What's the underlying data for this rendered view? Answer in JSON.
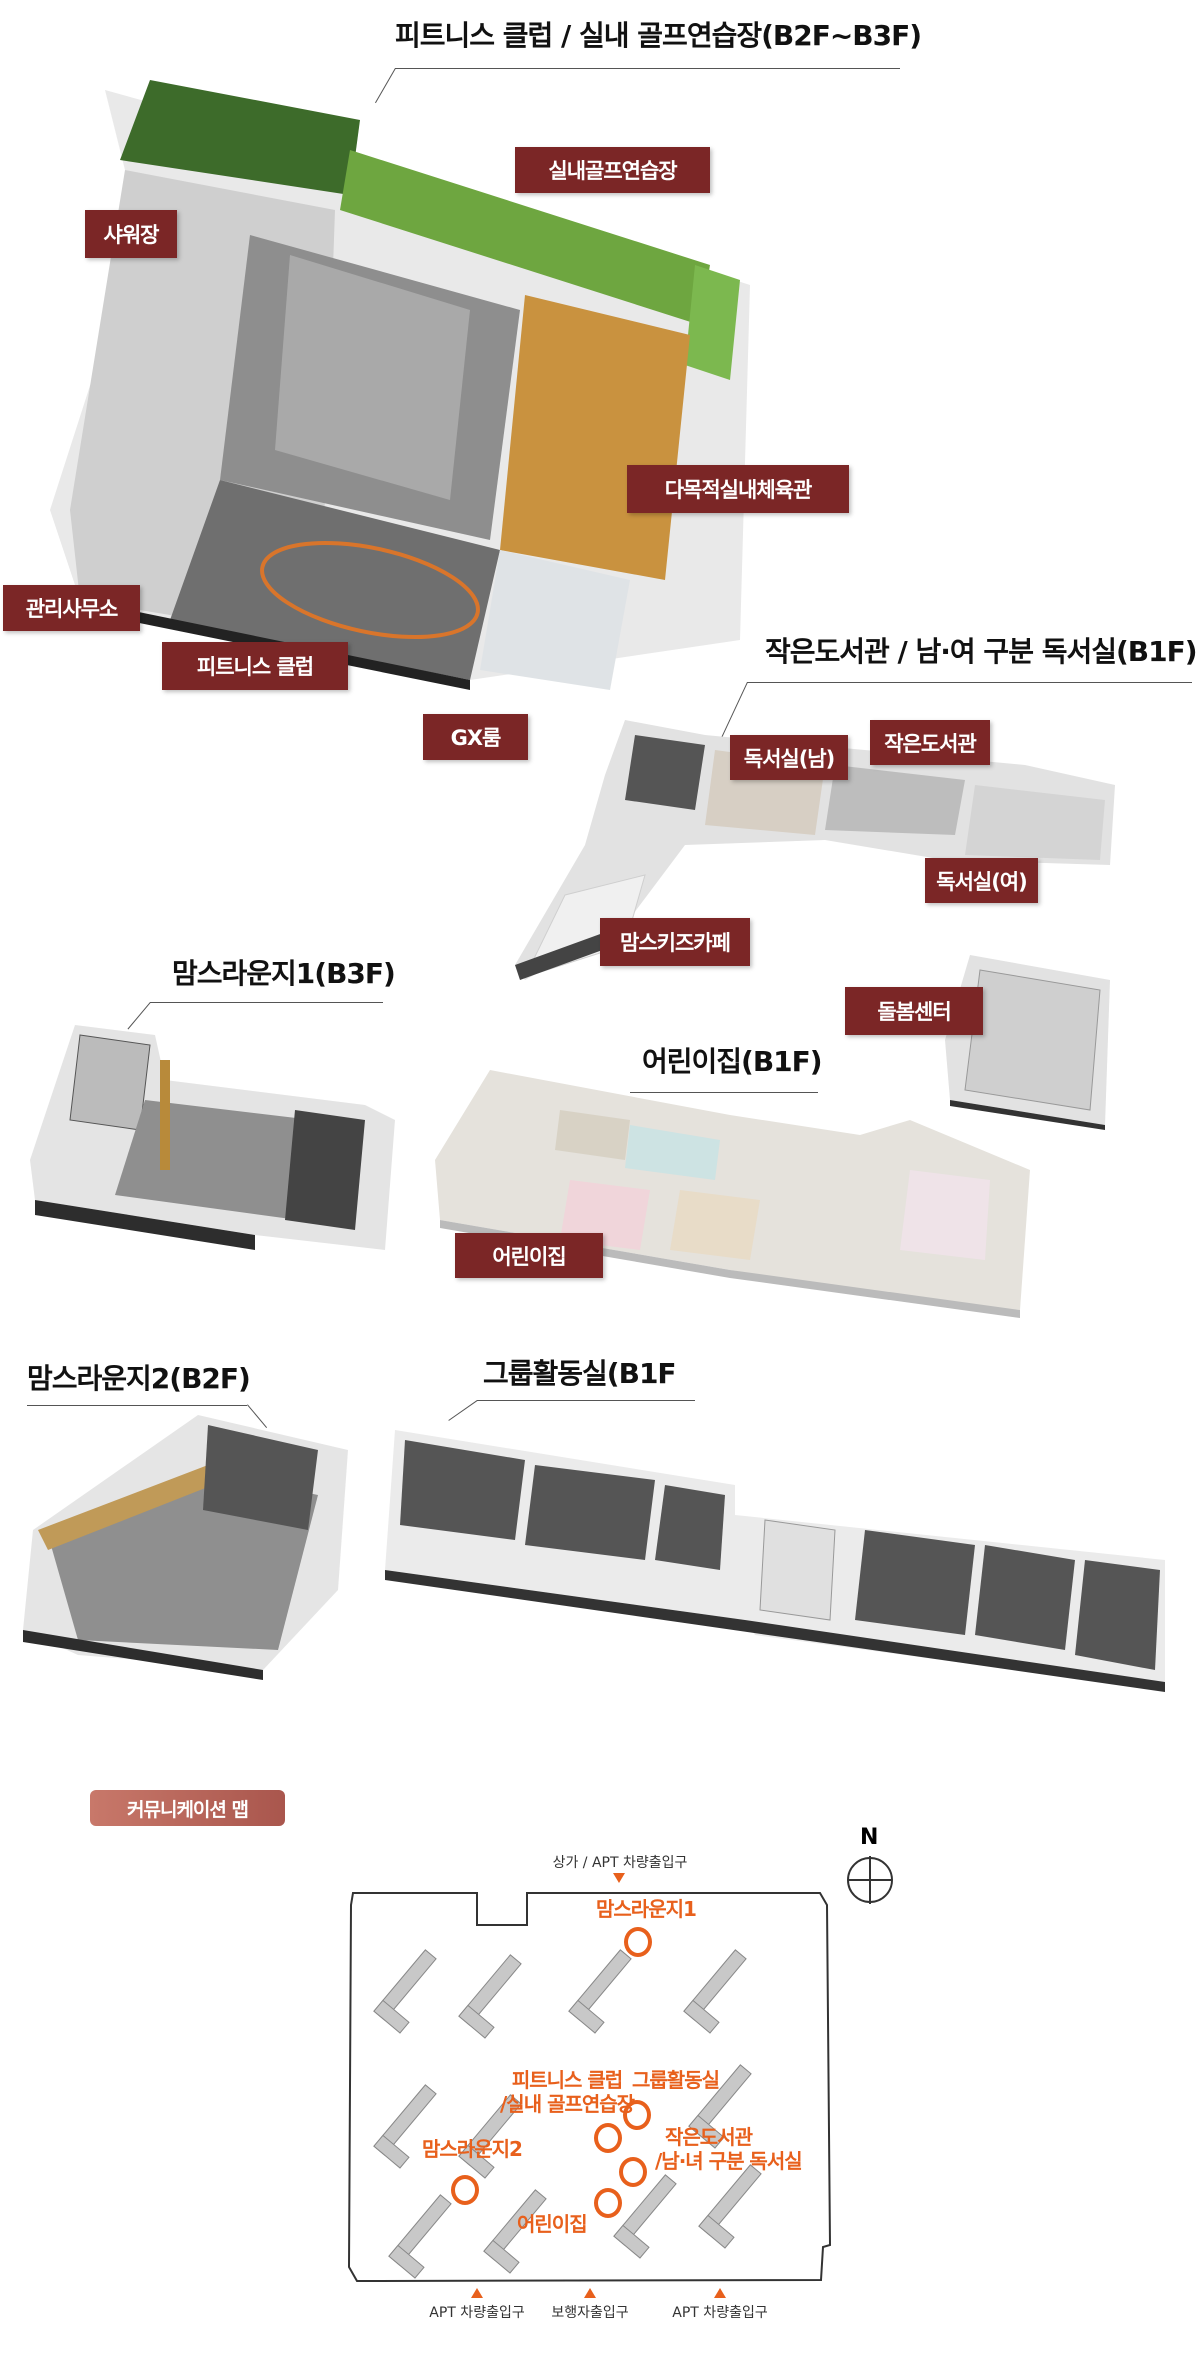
{
  "sections": {
    "fitness": {
      "title": "피트니스 클럽 / 실내 골프연습장(B2F~B3F)",
      "labels": [
        "실내골프연습장",
        "샤워장",
        "다목적실내체육관",
        "관리사무소",
        "피트니스 클럽",
        "GX룸"
      ]
    },
    "library": {
      "title": "작은도서관 / 남·여 구분 독서실(B1F)",
      "labels": [
        "독서실(남)",
        "작은도서관",
        "독서실(여)",
        "맘스키즈카페",
        "돌봄센터"
      ]
    },
    "moms_lounge1": {
      "title": "맘스라운지1(B3F)"
    },
    "daycare": {
      "title": "어린이집(B1F)",
      "labels": [
        "어린이집"
      ]
    },
    "moms_lounge2": {
      "title": "맘스라운지2(B2F)"
    },
    "group_room": {
      "title": "그룹활동실(B1F"
    }
  },
  "map": {
    "badge": "커뮤니케이션 맵",
    "compass": "N",
    "top_gate": "상가 / APT 차량출입구",
    "bottom_gates": [
      "APT 차량출입구",
      "보행자출입구",
      "APT 차량출입구"
    ],
    "places": {
      "moms_lounge1": "맘스라운지1",
      "fitness_1": "피트니스 클럽",
      "fitness_2": "/실내 골프연습장",
      "group_room": "그룹활동실",
      "library_1": "작은도서관",
      "library_2": "/남·녀 구분 독서실",
      "moms_lounge2": "맘스라운지2",
      "daycare": "어린이집"
    },
    "accent_color": "#e8601c"
  },
  "colors": {
    "label_bg": "#7b2626",
    "badge_gradient": [
      "#c8786a",
      "#a9564d"
    ]
  }
}
